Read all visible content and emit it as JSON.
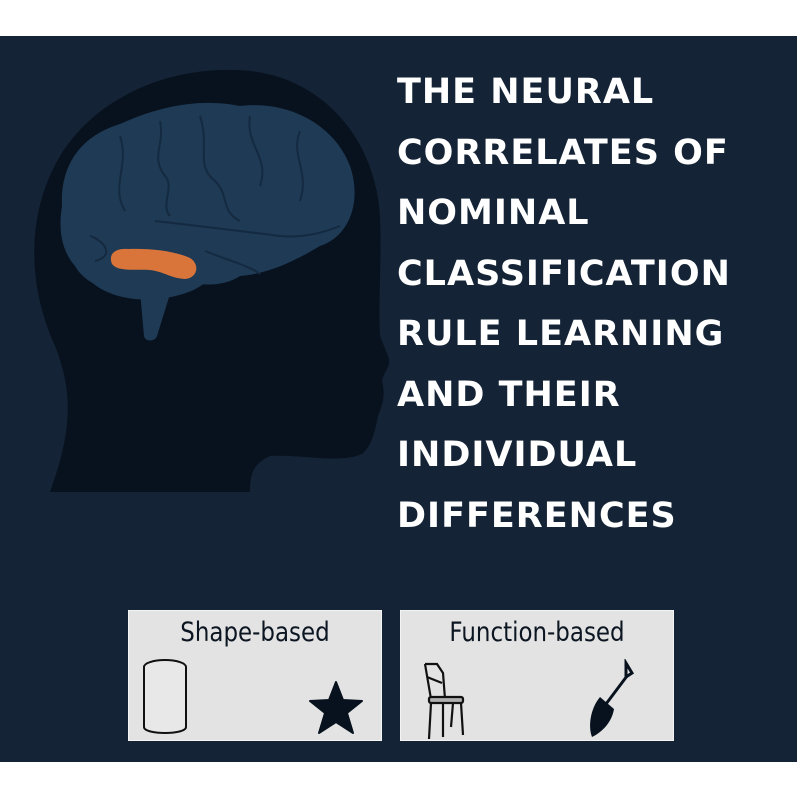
{
  "title_lines": [
    "THE NEURAL",
    "CORRELATES OF",
    "NOMINAL",
    "CLASSIFICATION",
    "RULE LEARNING",
    "AND THEIR",
    "INDIVIDUAL",
    "DIFFERENCES"
  ],
  "panels": [
    {
      "label": "Shape-based",
      "icons": [
        "cylinder-icon",
        "star-icon"
      ]
    },
    {
      "label": "Function-based",
      "icons": [
        "chair-icon",
        "shovel-icon"
      ]
    }
  ],
  "colors": {
    "background": "#142336",
    "head": "#08121e",
    "brain": "#1f3a55",
    "highlight": "#d9753a",
    "panel": "#e3e3e3"
  }
}
